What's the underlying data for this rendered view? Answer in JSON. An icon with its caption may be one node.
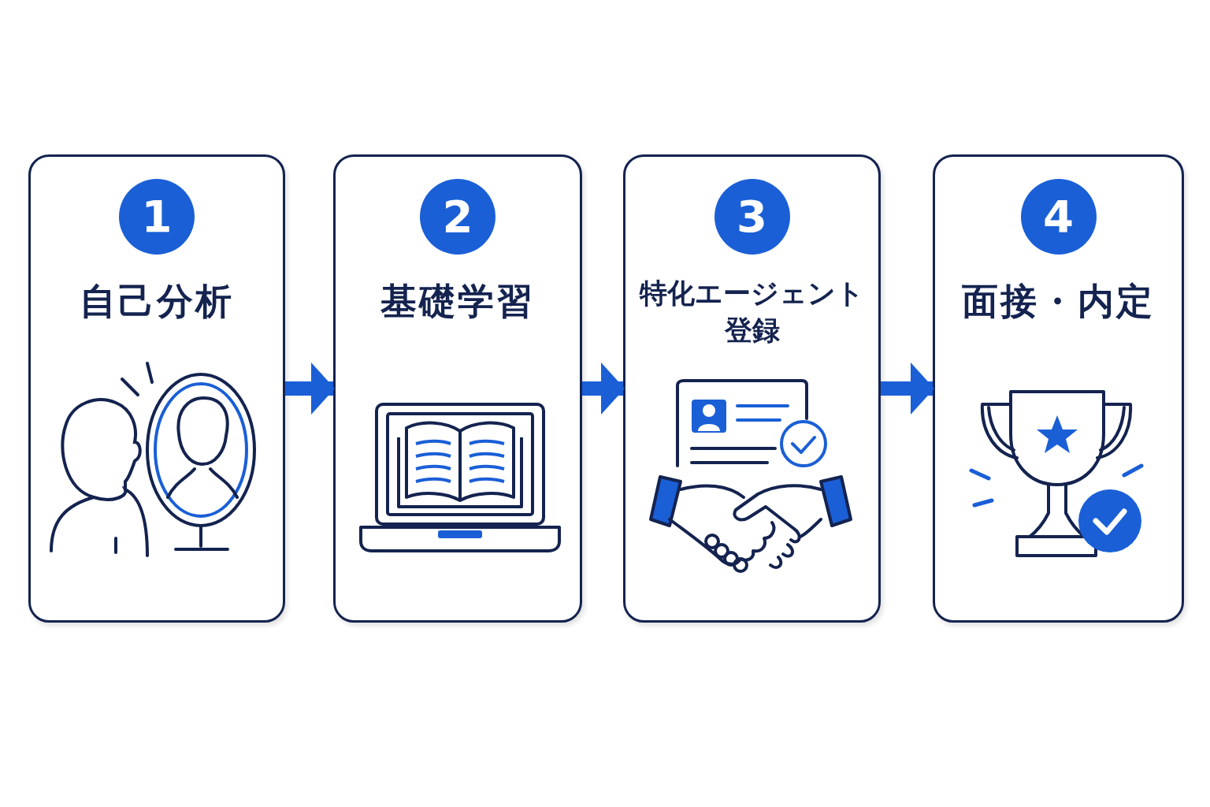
{
  "diagram": {
    "nodes": [
      {
        "text": [
          "自己分析"
        ]
      },
      {
        "text": [
          "1"
        ],
        "in": 0
      },
      {
        "text": [
          "基礎学習"
        ]
      },
      {
        "text": [
          "2"
        ],
        "in": 2
      },
      {
        "text": [
          "特化エージェント登録"
        ]
      },
      {
        "text": [
          "3"
        ],
        "in": 4
      },
      {
        "text": [
          "面接・内定"
        ]
      },
      {
        "text": [
          "4"
        ],
        "in": 6
      }
    ],
    "edges": [
      {
        "from": 0,
        "to": 2,
        "arrow": "to"
      },
      {
        "from": 2,
        "to": 4,
        "arrow": "to"
      },
      {
        "from": 4,
        "to": 6,
        "arrow": "to"
      }
    ]
  }
}
